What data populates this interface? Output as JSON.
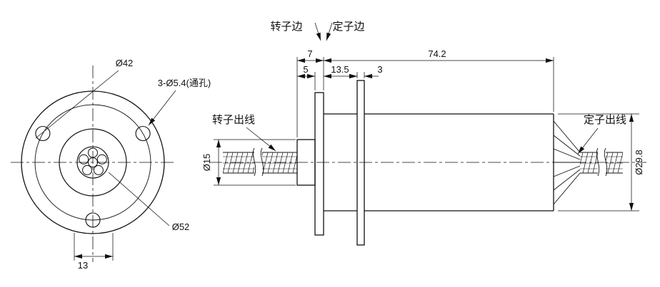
{
  "front_view": {
    "bolt_circle_dia": "Ø42",
    "mount_holes": "3-Ø5.4(通孔)",
    "flange_dia": "Ø52",
    "offset_dim": "13"
  },
  "side_view": {
    "rotor_side_label": "转子边",
    "stator_side_label": "定子边",
    "dim_step_total": "7",
    "dim_body_length": "74.2",
    "dim_step": "5",
    "dim_front": "13.5",
    "dim_flange_thickness": "3",
    "rotor_leads_label": "转子出线",
    "stator_leads_label": "定子出线",
    "shaft_dia": "Ø15",
    "body_dia": "Ø29.8"
  }
}
